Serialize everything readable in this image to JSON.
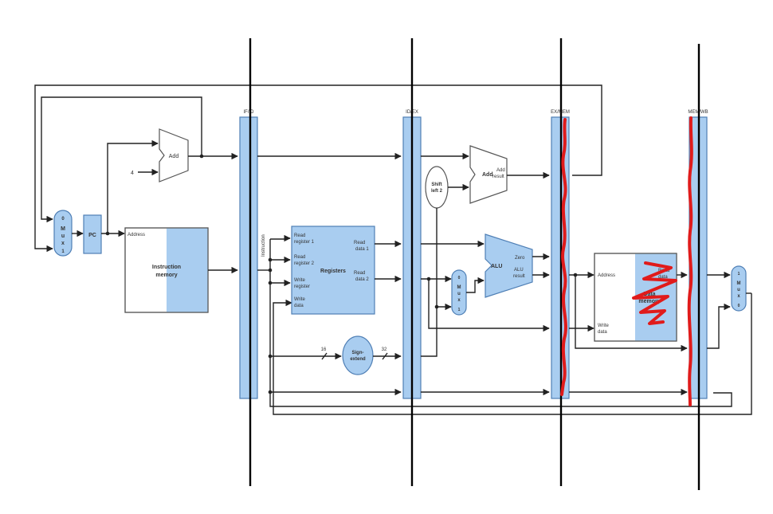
{
  "pipeline_registers": [
    "IF/ID",
    "ID/EX",
    "EX/MEM",
    "MEM/WB"
  ],
  "labels": {
    "add_pc": "Add",
    "const_four": "4",
    "mux_pc": [
      "0",
      "M",
      "u",
      "x",
      "1"
    ],
    "pc": "PC",
    "address": "Address",
    "instruction_memory": [
      "Instruction",
      "memory"
    ],
    "instruction": "Instruction",
    "registers_title": "Registers",
    "read_register_1": [
      "Read",
      "register 1"
    ],
    "read_register_2": [
      "Read",
      "register 2"
    ],
    "write_register": [
      "Write",
      "register"
    ],
    "write_data": [
      "Write",
      "data"
    ],
    "read_data_1": [
      "Read",
      "data 1"
    ],
    "read_data_2": [
      "Read",
      "data 2"
    ],
    "sign_extend": [
      "Sign-",
      "extend"
    ],
    "sixteen": "16",
    "thirty_two": "32",
    "shift_left_2": [
      "Shift",
      "left 2"
    ],
    "add_branch": "Add",
    "add_result": [
      "Add",
      "result"
    ],
    "mux_alu": [
      "0",
      "M",
      "u",
      "x",
      "1"
    ],
    "alu": "ALU",
    "zero": "Zero",
    "alu_result": [
      "ALU",
      "result"
    ],
    "data_memory_address": "Address",
    "data_memory_read_data": [
      "Read",
      "data"
    ],
    "data_memory_name": [
      "Data",
      "memory"
    ],
    "data_memory_write_data": [
      "Write",
      "data"
    ],
    "mux_wb": [
      "1",
      "M",
      "u",
      "x",
      "0"
    ]
  },
  "colors": {
    "unit_fill": "#a9cdf0",
    "unit_stroke": "#4f7fb5",
    "wire": "#222222",
    "divider": "#000000",
    "annotation": "#e01b1b"
  }
}
